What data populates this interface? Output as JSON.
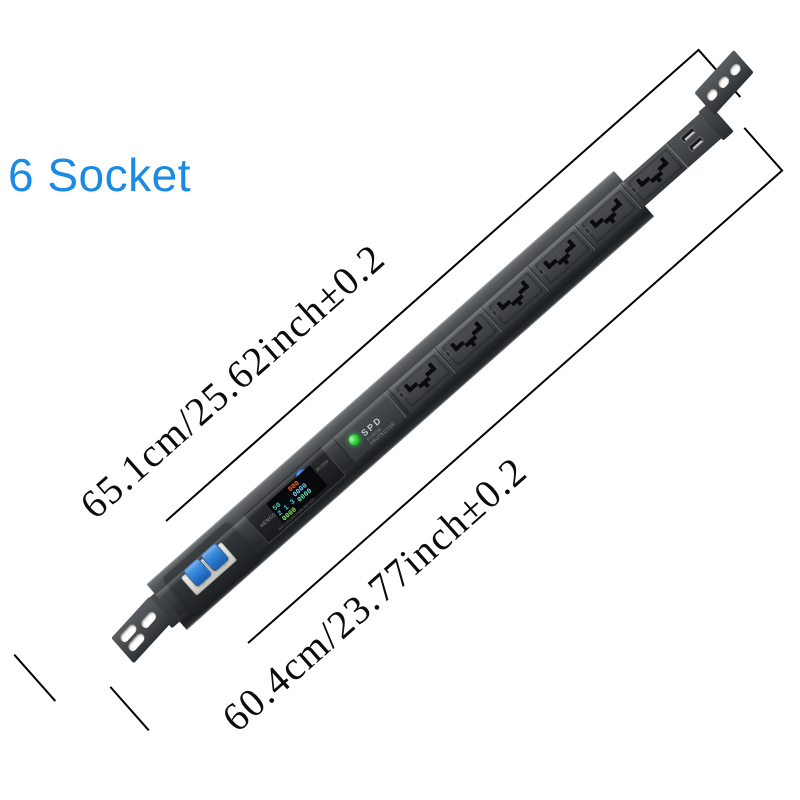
{
  "badge": {
    "label": "6 Socket",
    "color": "#1a8ae5"
  },
  "dimensions": {
    "upper": {
      "label": "65.1cm/25.62inch±0.2",
      "value_cm": "65.1",
      "value_inch": "25.62",
      "tolerance": "±0.2",
      "description": "overall-length-including-mounting-ears"
    },
    "lower": {
      "label": "60.4cm/23.77inch±0.2",
      "value_cm": "60.4",
      "value_inch": "23.77",
      "tolerance": "±0.2",
      "description": "body-length-excluding-mounting-ears"
    }
  },
  "product": {
    "type": "rack-mount-pdu-power-strip",
    "body_color": "#3a3e41",
    "socket_count": 6,
    "socket_type": "universal",
    "usb_port_count": 2,
    "mounting_ear_slots": 3,
    "spd": {
      "label": "SPD",
      "sublabel": "SURGE PROTECTOR",
      "led_color": "#27c62e",
      "led_state": "on"
    },
    "breaker": {
      "poles": 2,
      "lever_color": "#2f7fd4",
      "body_color": "#f2f2ee"
    },
    "meter": {
      "brand": "HENGDA",
      "button_label": "SET",
      "side_label": "AC 80-300V",
      "footer_label": "MULTIFUNCTION METER",
      "readouts": [
        {
          "name": "voltage",
          "value": "2 1 3",
          "unit": "V",
          "color": "#45c9f0"
        },
        {
          "name": "current",
          "value": "000",
          "unit": "A",
          "color": "#f06a3a"
        },
        {
          "name": "power",
          "value": "0000",
          "unit": "W",
          "color": "#7fd4ff"
        },
        {
          "name": "energy",
          "value": "0000",
          "unit": "kWh",
          "color": "#6fe8c8"
        },
        {
          "name": "power-factor",
          "value": "0000",
          "unit": "",
          "color": "#9be86f"
        },
        {
          "name": "frequency",
          "value": "50",
          "unit": "Hz",
          "color": "#4ad0a8"
        }
      ]
    }
  }
}
